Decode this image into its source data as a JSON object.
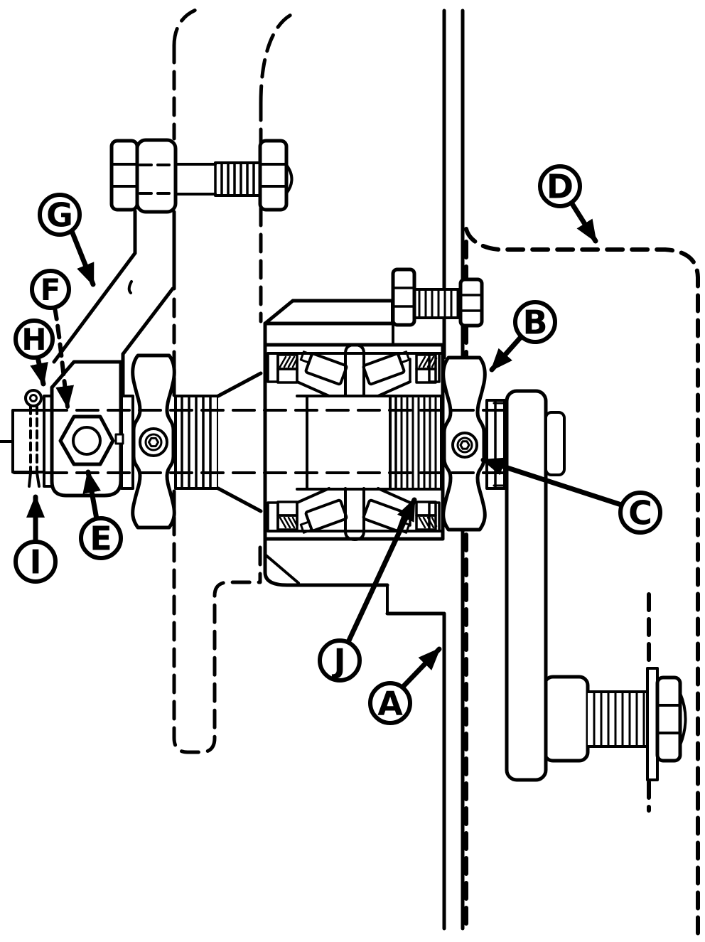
{
  "diagram": {
    "description": "Black-and-white service-manual cross-section diagram of a disk blade spindle and tapered roller bearing hub assembly on a mounting arm, with lettered callouts",
    "background_color": "#ffffff",
    "line_color": "#000000"
  },
  "callouts": [
    {
      "letter": "A"
    },
    {
      "letter": "B"
    },
    {
      "letter": "C"
    },
    {
      "letter": "D"
    },
    {
      "letter": "E"
    },
    {
      "letter": "F"
    },
    {
      "letter": "G"
    },
    {
      "letter": "H"
    },
    {
      "letter": "I"
    },
    {
      "letter": "J"
    }
  ]
}
